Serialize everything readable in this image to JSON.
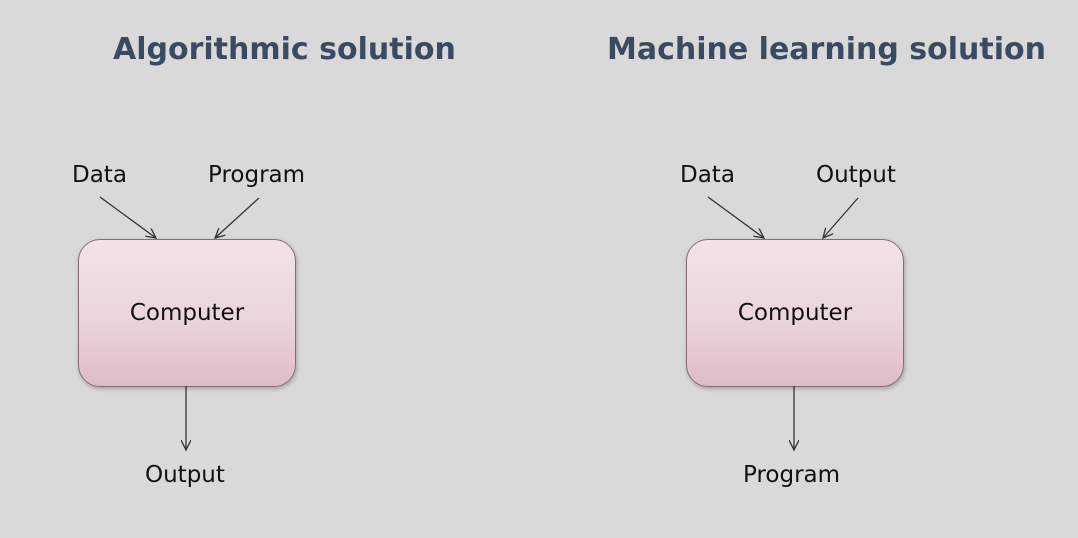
{
  "left_panel": {
    "title": "Algorithmic solution",
    "input_1": "Data",
    "input_2": "Program",
    "box": "Computer",
    "output": "Output"
  },
  "right_panel": {
    "title": "Machine learning solution",
    "input_1": "Data",
    "input_2": "Output",
    "box": "Computer",
    "output": "Program"
  }
}
